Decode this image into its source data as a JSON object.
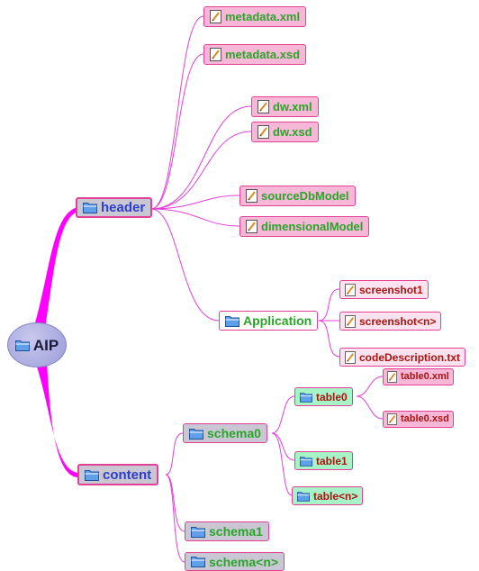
{
  "root": {
    "label": "AIP",
    "icon": "folder-icon"
  },
  "header": {
    "label": "header",
    "icon": "folder-icon",
    "files": [
      "metadata.xml",
      "metadata.xsd",
      "dw.xml",
      "dw.xsd",
      "sourceDbModel",
      "dimensionalModel"
    ],
    "application": {
      "label": "Application",
      "files": [
        "screenshot1",
        "screenshot<n>",
        "codeDescription.txt"
      ]
    }
  },
  "content": {
    "label": "content",
    "icon": "folder-icon",
    "schemas": [
      {
        "label": "schema0",
        "tables": [
          {
            "label": "table0",
            "files": [
              "table0.xml",
              "table0.xsd"
            ]
          },
          {
            "label": "table1"
          },
          {
            "label": "table<n>"
          }
        ]
      },
      {
        "label": "schema1"
      },
      {
        "label": "schema<n>"
      }
    ]
  },
  "colors": {
    "link": "#e23fd8",
    "main_link": "#ff00ff",
    "node_border": "#e23f97",
    "file_fill": "#f6b8d6",
    "table_fill": "#a7f3c8",
    "folder_fill": "#c9c7d3",
    "label_green": "#2aa52a",
    "label_blue": "#2b3fc9",
    "label_red": "#a81410"
  }
}
